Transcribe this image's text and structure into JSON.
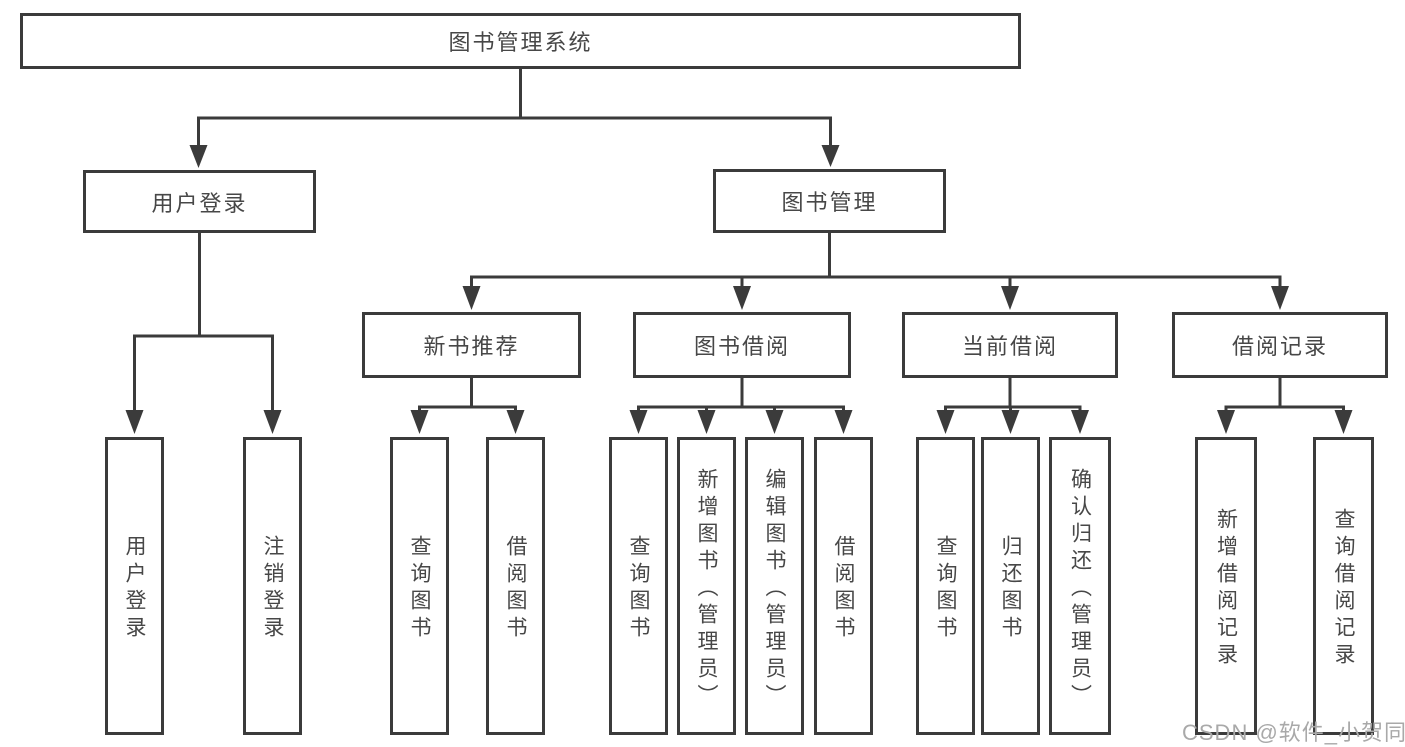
{
  "diagram": {
    "root": {
      "label": "图书管理系统"
    },
    "branches": [
      {
        "label": "用户登录",
        "children": [
          {
            "label": "用户登录"
          },
          {
            "label": "注销登录"
          }
        ]
      },
      {
        "label": "图书管理",
        "children": [
          {
            "label": "新书推荐",
            "children": [
              {
                "label": "查询图书"
              },
              {
                "label": "借阅图书"
              }
            ]
          },
          {
            "label": "图书借阅",
            "children": [
              {
                "label": "查询图书"
              },
              {
                "label": "新增图书（管理员）"
              },
              {
                "label": "编辑图书（管理员）"
              },
              {
                "label": "借阅图书"
              }
            ]
          },
          {
            "label": "当前借阅",
            "children": [
              {
                "label": "查询图书"
              },
              {
                "label": "归还图书"
              },
              {
                "label": "确认归还（管理员）"
              }
            ]
          },
          {
            "label": "借阅记录",
            "children": [
              {
                "label": "新增借阅记录"
              },
              {
                "label": "查询借阅记录"
              }
            ]
          }
        ]
      }
    ],
    "line_color": "#3b3b3b",
    "box_border_color": "#3b3b3b",
    "text_color": "#474747",
    "background_color": "#ffffff"
  },
  "watermark": {
    "text": "CSDN @软件_小贺同学",
    "color": "#a9a9a9"
  }
}
